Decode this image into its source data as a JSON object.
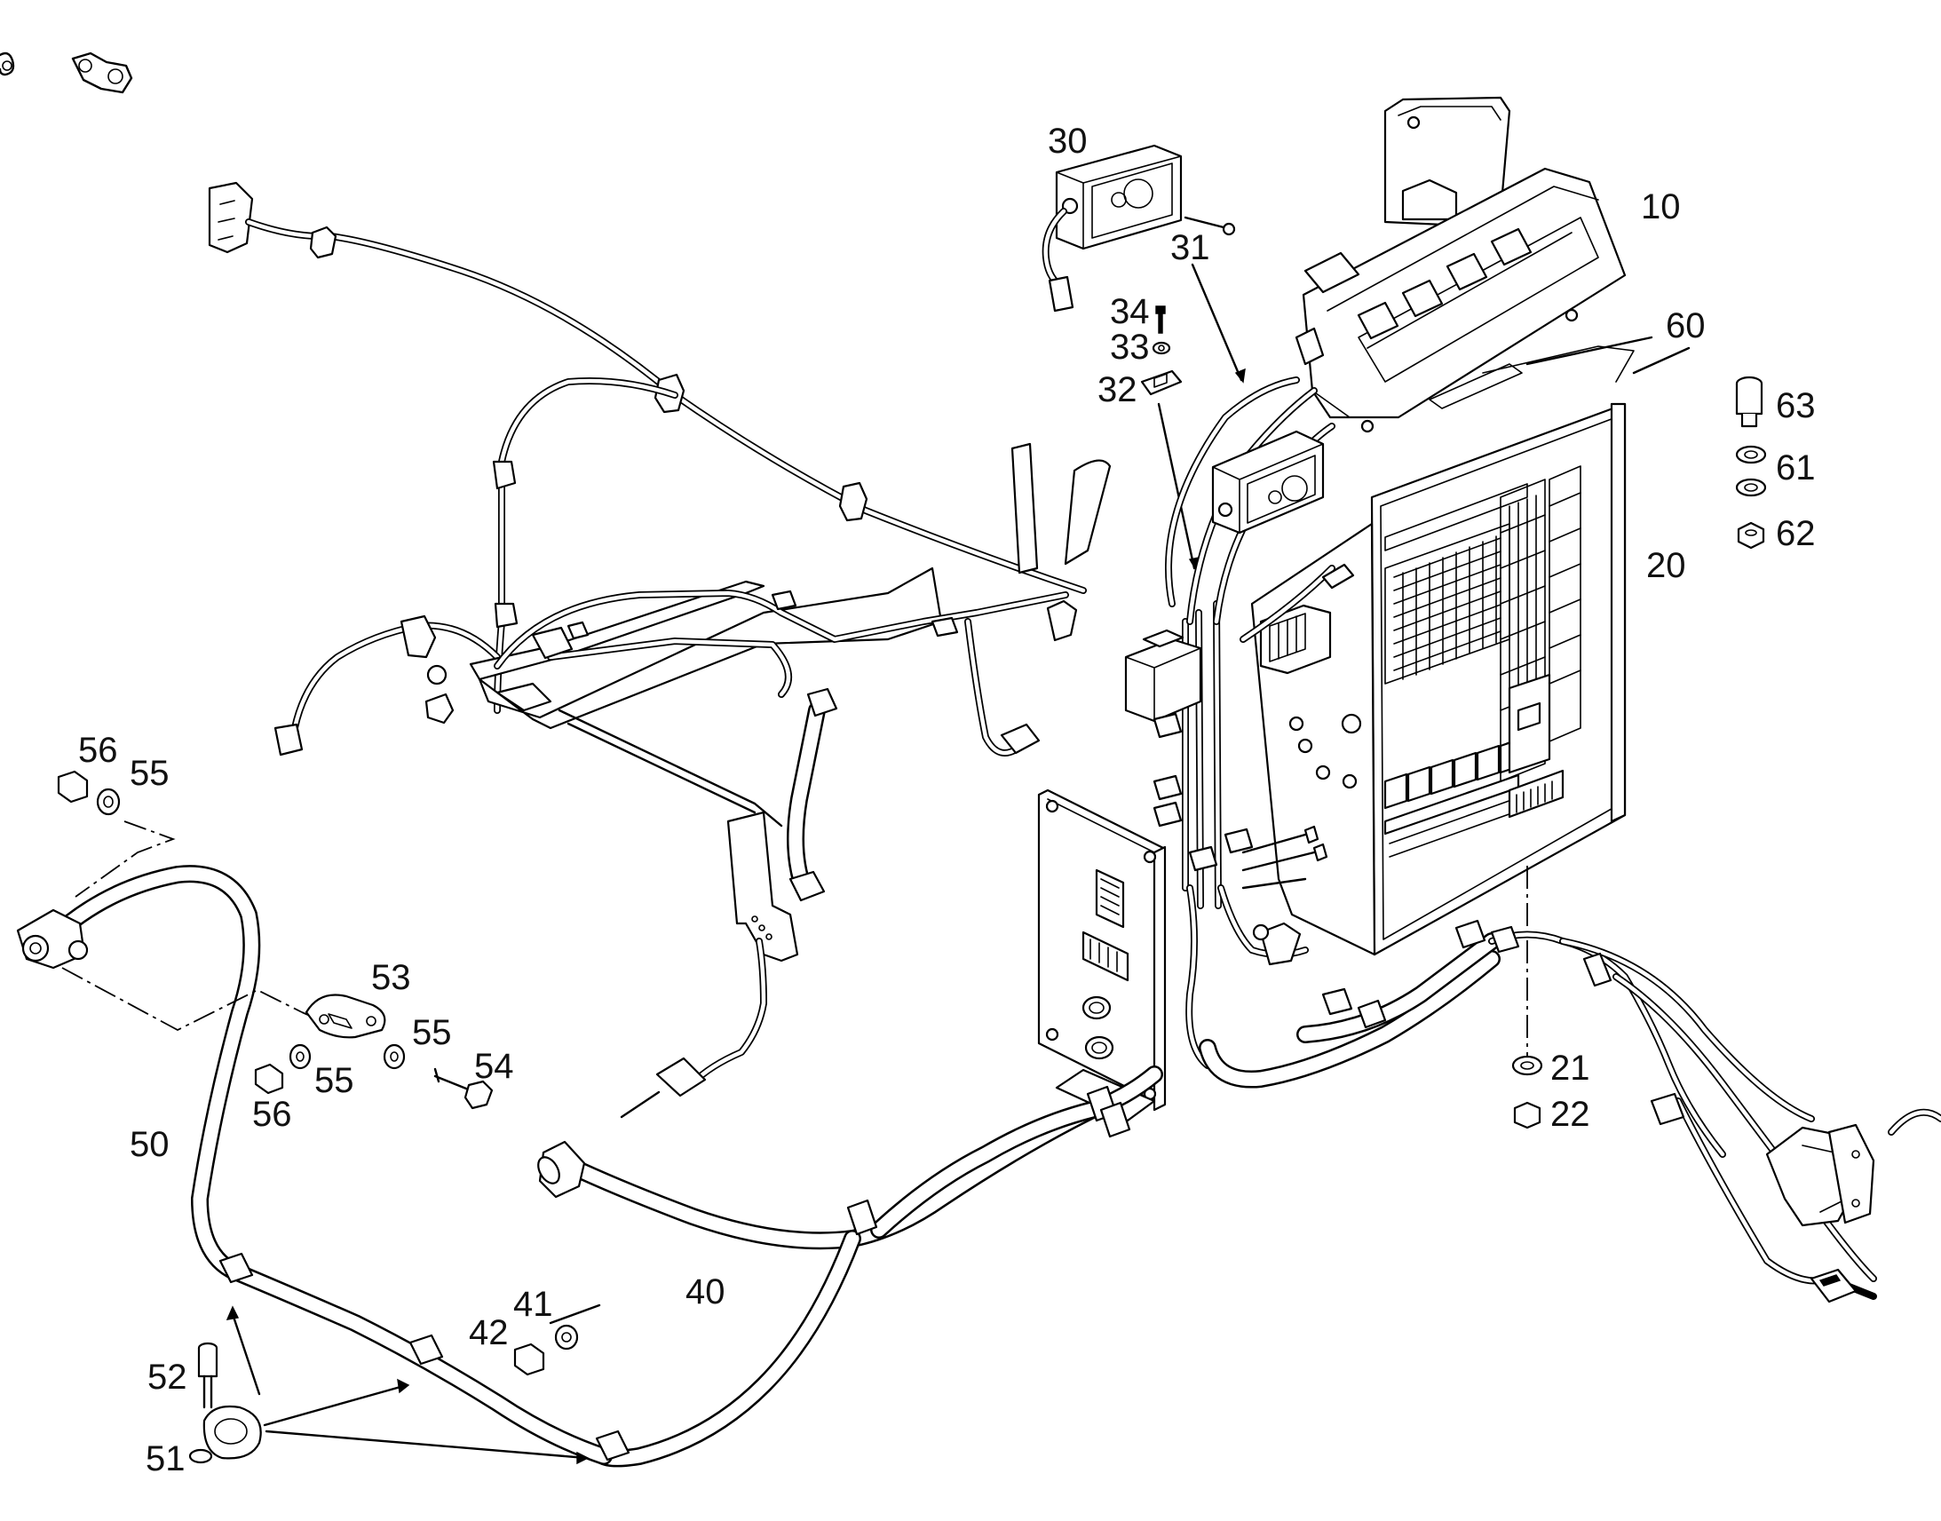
{
  "diagram": {
    "callouts": [
      {
        "id": "c10",
        "text": "10"
      },
      {
        "id": "c20",
        "text": "20"
      },
      {
        "id": "c21",
        "text": "21"
      },
      {
        "id": "c22",
        "text": "22"
      },
      {
        "id": "c30",
        "text": "30"
      },
      {
        "id": "c31",
        "text": "31"
      },
      {
        "id": "c32",
        "text": "32"
      },
      {
        "id": "c33",
        "text": "33"
      },
      {
        "id": "c34",
        "text": "34"
      },
      {
        "id": "c40",
        "text": "40"
      },
      {
        "id": "c41",
        "text": "41"
      },
      {
        "id": "c42",
        "text": "42"
      },
      {
        "id": "c50",
        "text": "50"
      },
      {
        "id": "c51",
        "text": "51"
      },
      {
        "id": "c52",
        "text": "52"
      },
      {
        "id": "c53",
        "text": "53"
      },
      {
        "id": "c54",
        "text": "54"
      },
      {
        "id": "c55a",
        "text": "55"
      },
      {
        "id": "c55b",
        "text": "55"
      },
      {
        "id": "c55c",
        "text": "55"
      },
      {
        "id": "c56a",
        "text": "56"
      },
      {
        "id": "c56b",
        "text": "56"
      },
      {
        "id": "c60",
        "text": "60"
      },
      {
        "id": "c61",
        "text": "61"
      },
      {
        "id": "c62",
        "text": "62"
      },
      {
        "id": "c63",
        "text": "63"
      }
    ]
  }
}
